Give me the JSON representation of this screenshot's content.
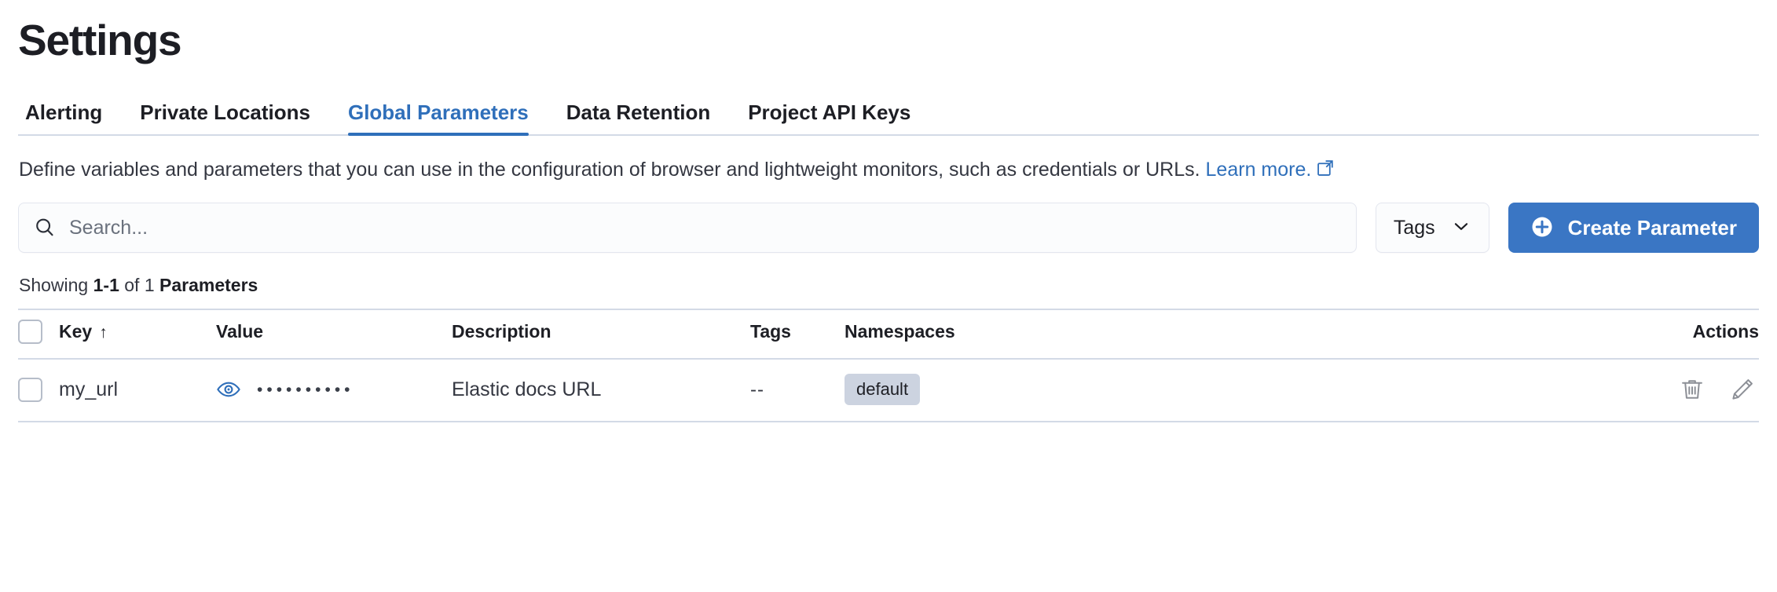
{
  "header": {
    "title": "Settings"
  },
  "tabs": [
    {
      "label": "Alerting",
      "active": false
    },
    {
      "label": "Private Locations",
      "active": false
    },
    {
      "label": "Global Parameters",
      "active": true
    },
    {
      "label": "Data Retention",
      "active": false
    },
    {
      "label": "Project API Keys",
      "active": false
    }
  ],
  "description": {
    "text": "Define variables and parameters that you can use in the configuration of browser and lightweight monitors, such as credentials or URLs. ",
    "link_text": "Learn more.",
    "external_icon": "external-link-icon"
  },
  "controls": {
    "search_placeholder": "Search...",
    "search_value": "",
    "search_icon": "search-icon",
    "tags_label": "Tags",
    "tags_chevron": "chevron-down-icon",
    "create_label": "Create Parameter",
    "create_icon": "plus-circle-icon"
  },
  "results": {
    "showing_prefix": "Showing ",
    "range": "1-1",
    "of": " of ",
    "total": "1",
    "entity": "Parameters"
  },
  "table": {
    "columns": [
      {
        "key": "select",
        "label": ""
      },
      {
        "key": "key",
        "label": "Key",
        "sorted": "asc",
        "sort_icon": "arrow-up-icon"
      },
      {
        "key": "value",
        "label": "Value"
      },
      {
        "key": "description",
        "label": "Description"
      },
      {
        "key": "tags",
        "label": "Tags"
      },
      {
        "key": "namespaces",
        "label": "Namespaces"
      },
      {
        "key": "actions",
        "label": "Actions"
      }
    ],
    "rows": [
      {
        "key": "my_url",
        "value_masked": "••••••••••",
        "value_icon": "eye-icon",
        "description": "Elastic docs URL",
        "tags": "--",
        "namespaces": [
          "default"
        ],
        "actions": [
          "trash-icon",
          "pencil-icon"
        ]
      }
    ]
  },
  "colors": {
    "accent": "#3a76c4",
    "tab_active": "#2f6fba",
    "border": "#d3dae6",
    "badge_bg": "#ccd3e0",
    "text": "#343741"
  }
}
